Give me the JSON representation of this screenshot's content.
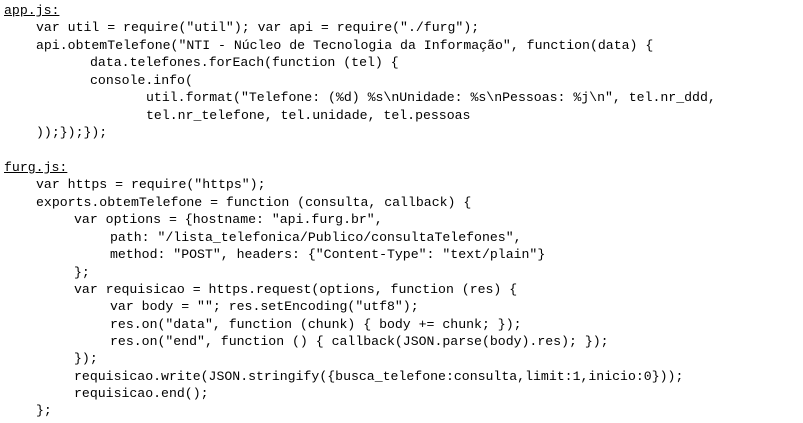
{
  "files": [
    {
      "title": "app.js:",
      "lines": [
        "var util = require(\"util\"); var api = require(\"./furg\");",
        "api.obtemTelefone(\"NTI - Núcleo de Tecnologia da Informação\", function(data) {",
        "data.telefones.forEach(function (tel) {",
        "console.info(",
        "util.format(\"Telefone: (%d) %s\\nUnidade: %s\\nPessoas: %j\\n\", tel.nr_ddd,",
        "tel.nr_telefone, tel.unidade, tel.pessoas",
        "));});});"
      ]
    },
    {
      "title": "furg.js:",
      "lines": [
        "var https = require(\"https\");",
        "exports.obtemTelefone = function (consulta, callback) {",
        "var options = {hostname: \"api.furg.br\",",
        "path: \"/lista_telefonica/Publico/consultaTelefones\",",
        "method: \"POST\", headers: {\"Content-Type\": \"text/plain\"}",
        "};",
        "var requisicao = https.request(options, function (res) {",
        "var body = \"\"; res.setEncoding(\"utf8\");",
        "res.on(\"data\", function (chunk) { body += chunk; });",
        "res.on(\"end\", function () { callback(JSON.parse(body).res); });",
        "});",
        "requisicao.write(JSON.stringify({busca_telefone:consulta,limit:1,inicio:0}));",
        "requisicao.end();",
        "};"
      ]
    }
  ]
}
